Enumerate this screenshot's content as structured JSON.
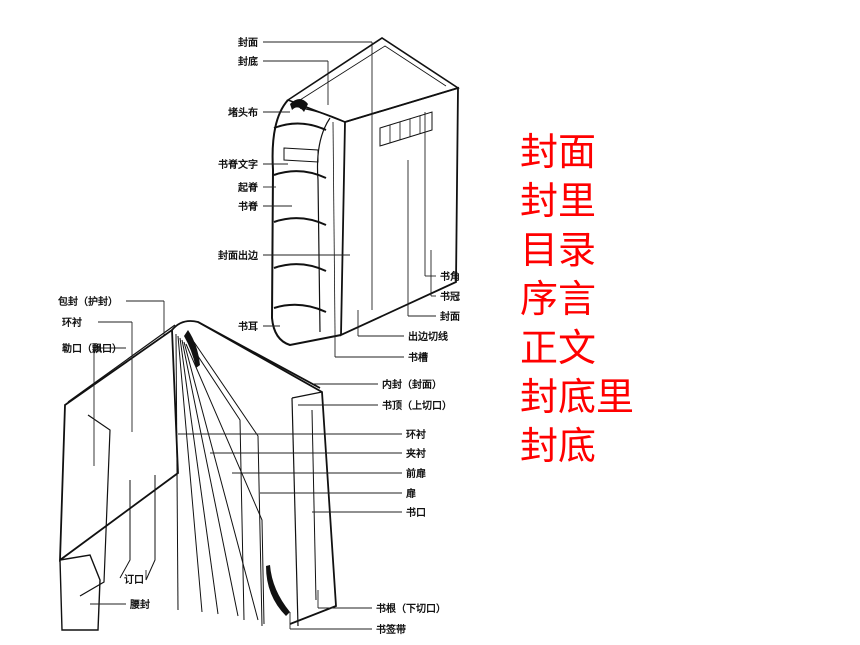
{
  "diagram": {
    "labels": {
      "top_cover": "封面",
      "top_back_cover": "封底",
      "headband": "堵头布",
      "spine_title": "书脊文字",
      "raised_band": "起脊",
      "spine": "书脊",
      "cover_overhang": "封面出边",
      "corner": "书角",
      "crown": "书冠",
      "right_cover": "封面",
      "trim_line": "出边切线",
      "joint_groove": "书槽",
      "hinge": "书耳",
      "jacket": "包封（护封）",
      "left_endpaper": "环衬",
      "flap": "勒口（飘口）",
      "inner_cover": "内封（封面）",
      "top_edge": "书顶（上切口）",
      "endpaper": "环衬",
      "insert_sheet": "夹衬",
      "front_flyleaf": "前扉",
      "flyleaf": "扉",
      "fore_edge": "书口",
      "gutter": "订口",
      "belly_band": "腰封",
      "bottom_edge": "书根（下切口）",
      "ribbon": "书签带"
    }
  },
  "legend": [
    "封面",
    "封里",
    "目录",
    "序言",
    "正文",
    "封底里",
    "封底"
  ],
  "colors": {
    "legend_text": "#ff0000",
    "line_art": "#111111"
  }
}
